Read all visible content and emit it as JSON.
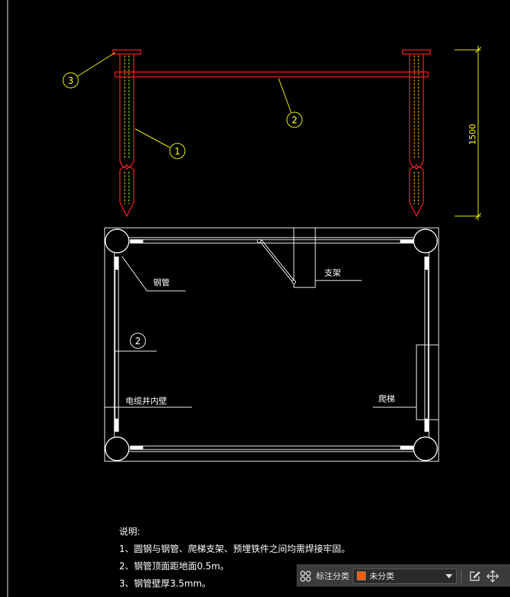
{
  "drawing": {
    "callouts": {
      "c1": "1",
      "c2": "2",
      "c3": "3",
      "c2_plan": "2"
    },
    "dimension": "1500",
    "labels": {
      "steel_pipe": "钢管",
      "support": "支架",
      "cable_well_inner_wall": "电缆井内壁",
      "ladder": "爬梯"
    },
    "colors": {
      "pipe": "#ff2020",
      "dimension": "#ffff00",
      "callout": "#ffff00",
      "plan": "#ffffff"
    }
  },
  "notes": {
    "title": "说明:",
    "items": [
      "1、圆钢与钢管、爬梯支架、预埋铁件之间均需焊接牢固。",
      "2、钢管顶面距地面0.5m。",
      "3、钢管壁厚3.5mm。"
    ]
  },
  "toolbar": {
    "label": "标注分类",
    "selected": "未分类",
    "swatch_color": "#ff5a00",
    "icons": [
      "grid-icon",
      "chevron-down-icon",
      "edit-icon",
      "move-icon"
    ]
  }
}
